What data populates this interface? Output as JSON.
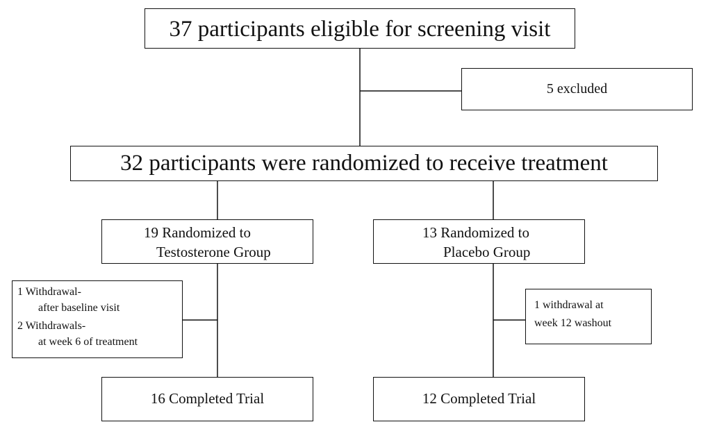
{
  "flow": {
    "screening": "37 participants eligible for screening visit",
    "excluded": "5 excluded",
    "randomized": "32 participants were randomized to receive treatment",
    "testosterone": {
      "line1": "19 Randomized to",
      "line2": "Testosterone Group"
    },
    "placebo": {
      "line1": "13 Randomized to",
      "line2": "Placebo Group"
    },
    "testosterone_withdrawals": {
      "a1": "1 Withdrawal-",
      "a2": "after baseline visit",
      "b1": "2 Withdrawals-",
      "b2": "at week 6 of treatment"
    },
    "placebo_withdrawal": {
      "line1": "1 withdrawal at",
      "line2": "week 12 washout"
    },
    "testosterone_completed": "16 Completed Trial",
    "placebo_completed": "12 Completed Trial"
  }
}
